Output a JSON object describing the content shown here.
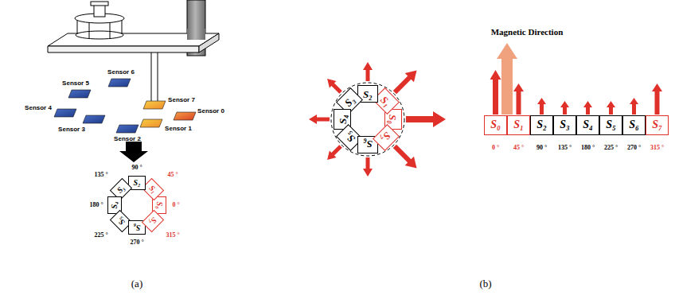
{
  "diagram": {
    "nodes": [
      {
        "text": [
          "S₀"
        ]
      },
      {
        "text": [
          "S₁"
        ]
      },
      {
        "text": [
          "S₂"
        ]
      },
      {
        "text": [
          "S₃"
        ]
      },
      {
        "text": [
          "S₄"
        ]
      },
      {
        "text": [
          "S₅"
        ]
      },
      {
        "text": [
          "S₆"
        ]
      },
      {
        "text": [
          "S₇"
        ]
      },
      {
        "text": [
          "S₀"
        ]
      },
      {
        "text": [
          "S₁"
        ]
      },
      {
        "text": [
          "S₂"
        ]
      },
      {
        "text": [
          "S₃"
        ]
      },
      {
        "text": [
          "S₄"
        ]
      },
      {
        "text": [
          "S₅"
        ]
      },
      {
        "text": [
          "S₆"
        ]
      },
      {
        "text": [
          "S₇"
        ]
      },
      {
        "text": [
          "S₀"
        ]
      },
      {
        "text": [
          "S₁"
        ]
      },
      {
        "text": [
          "S₂"
        ]
      },
      {
        "text": [
          "S₃"
        ]
      },
      {
        "text": [
          "S₄"
        ]
      },
      {
        "text": [
          "S₅"
        ]
      },
      {
        "text": [
          "S₆"
        ]
      },
      {
        "text": [
          "S₇"
        ]
      }
    ],
    "labels": [
      "Sensor 6",
      "Sensor 5",
      "Sensor 7",
      "Sensor 0",
      "Sensor 4",
      "Sensor 3",
      "Sensor 1",
      "Sensor 2",
      "90 °",
      "135 °",
      "45 °",
      "180 °",
      "0 °",
      "225 °",
      "315 °",
      "270 °",
      "Magnetic Direction",
      "0 °",
      "45 °",
      "90 °",
      "135 °",
      "180 °",
      "225 °",
      "270 °",
      "315 °",
      "(a)",
      "(b)"
    ]
  }
}
